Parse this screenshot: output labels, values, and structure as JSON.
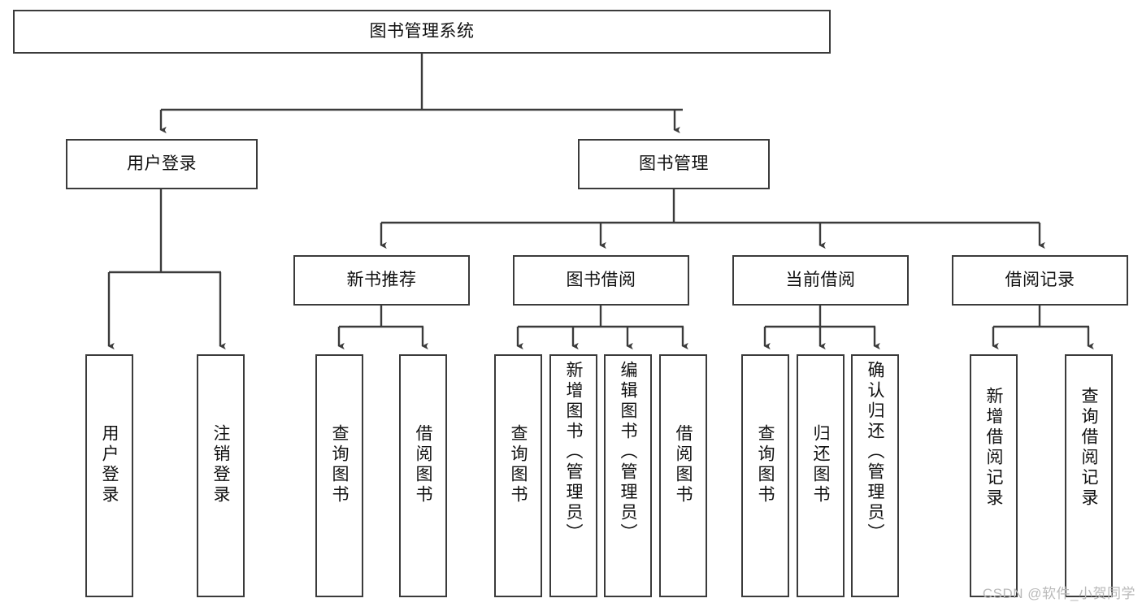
{
  "diagram": {
    "type": "tree",
    "title": "图书管理系统",
    "orientation": "top-down",
    "colors": {
      "box_border": "#3b3b3b",
      "box_fill": "#ffffff",
      "connector": "#3b3b3b",
      "text": "#111111",
      "watermark": "#b9b9b9"
    },
    "root": {
      "id": "root",
      "label": "图书管理系统"
    },
    "level1": [
      {
        "id": "user-login",
        "label": "用户登录"
      },
      {
        "id": "book-manage",
        "label": "图书管理"
      }
    ],
    "level2": [
      {
        "id": "new-book-recommend",
        "label": "新书推荐",
        "parent": "book-manage"
      },
      {
        "id": "book-borrow",
        "label": "图书借阅",
        "parent": "book-manage"
      },
      {
        "id": "current-borrow",
        "label": "当前借阅",
        "parent": "book-manage"
      },
      {
        "id": "borrow-record",
        "label": "借阅记录",
        "parent": "book-manage"
      }
    ],
    "leaves": {
      "user_login": [
        {
          "id": "leaf-user-login",
          "label": "用户登录"
        },
        {
          "id": "leaf-logout-login",
          "label": "注销登录"
        }
      ],
      "new_book_recommend": [
        {
          "id": "leaf-query-book-1",
          "label": "查询图书"
        },
        {
          "id": "leaf-borrow-book-1",
          "label": "借阅图书"
        }
      ],
      "book_borrow": [
        {
          "id": "leaf-query-book-2",
          "label": "查询图书"
        },
        {
          "id": "leaf-add-book",
          "label": "新增图书（管理员）"
        },
        {
          "id": "leaf-edit-book",
          "label": "编辑图书（管理员）"
        },
        {
          "id": "leaf-borrow-book-2",
          "label": "借阅图书"
        }
      ],
      "current_borrow": [
        {
          "id": "leaf-query-book-3",
          "label": "查询图书"
        },
        {
          "id": "leaf-return-book",
          "label": "归还图书"
        },
        {
          "id": "leaf-confirm-return",
          "label": "确认归还（管理员）"
        }
      ],
      "borrow_record": [
        {
          "id": "leaf-add-record",
          "label": "新增借阅记录"
        },
        {
          "id": "leaf-query-record",
          "label": "查询借阅记录"
        }
      ]
    }
  },
  "watermark": {
    "text": "CSDN @软件_小贺同学"
  }
}
